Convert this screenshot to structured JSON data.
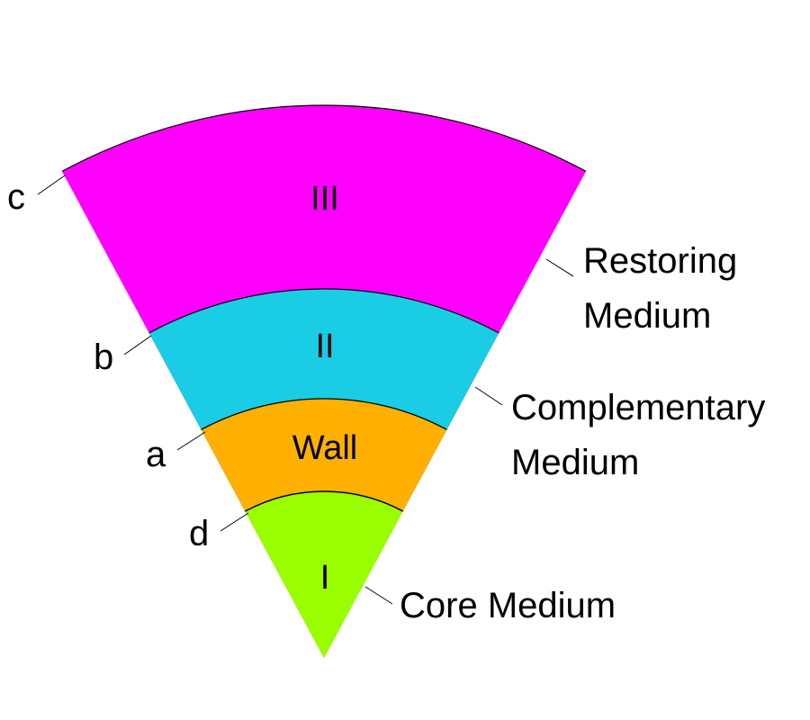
{
  "diagram": {
    "regions": [
      {
        "id": "core",
        "label": "I",
        "color": "#99ff00"
      },
      {
        "id": "wall",
        "label": "Wall",
        "color": "#ffb000"
      },
      {
        "id": "complementary",
        "label": "II",
        "color": "#1acce4"
      },
      {
        "id": "restoring",
        "label": "III",
        "color": "#ff00ff"
      }
    ],
    "boundary_labels": {
      "c": "c",
      "b": "b",
      "a": "a",
      "d": "d"
    },
    "media_labels": {
      "restoring": [
        "Restoring",
        "Medium"
      ],
      "complementary": [
        "Complementary",
        "Medium"
      ],
      "core": "Core Medium"
    }
  }
}
